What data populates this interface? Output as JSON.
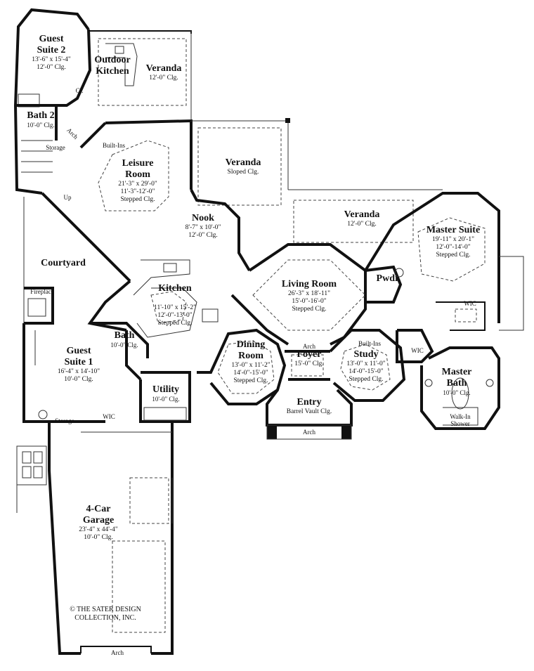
{
  "rooms": {
    "guest_suite_2": {
      "name": "Guest\nSuite 2",
      "dims": "13'-6\" x 15'-4\"",
      "clg": "12'-0\" Clg."
    },
    "outdoor_kitchen": {
      "name": "Outdoor\nKitchen"
    },
    "veranda_top": {
      "name": "Veranda",
      "clg": "12'-0\" Clg."
    },
    "bath_2": {
      "name": "Bath 2",
      "clg": "10'-0\" Clg."
    },
    "leisure_room": {
      "name": "Leisure\nRoom",
      "dims": "21'-3\" x 29'-0\"",
      "clg": "11'-3\"-12'-0\"",
      "extra": "Stepped Clg."
    },
    "veranda_sloped": {
      "name": "Veranda",
      "clg": "Sloped Clg."
    },
    "veranda_right": {
      "name": "Veranda",
      "clg": "12'-0\" Clg."
    },
    "nook": {
      "name": "Nook",
      "dims": "8'-7\" x 10'-0\"",
      "clg": "12'-0\" Clg."
    },
    "master_suite": {
      "name": "Master Suite",
      "dims": "19'-11\" x 20'-1\"",
      "clg": "12'-0\"-14'-0\"",
      "extra": "Stepped Clg."
    },
    "courtyard": {
      "name": "Courtyard"
    },
    "living_room": {
      "name": "Living Room",
      "dims": "26'-3\" x 18'-11\"",
      "clg": "15'-0\"-16'-0\"",
      "extra": "Stepped Clg."
    },
    "kitchen": {
      "name": "Kitchen",
      "dims": "11'-10\" x 15'-2\"",
      "clg": "12'-0\"-13'-0\"",
      "extra": "Stepped Clg."
    },
    "pwdr": {
      "name": "Pwdr."
    },
    "bath": {
      "name": "Bath",
      "clg": "10'-0\" Clg."
    },
    "dining_room": {
      "name": "Dining\nRoom",
      "dims": "13'-0\" x 11'-2\"",
      "clg": "14'-0\"-15'-0\"",
      "extra": "Stepped Clg."
    },
    "foyer": {
      "name": "Foyer",
      "clg": "15'-0\" Clg."
    },
    "study": {
      "name": "Study",
      "dims": "13'-0\" x 11'-0\"",
      "clg": "14'-0\"-15'-0\"",
      "extra": "Stepped Clg."
    },
    "master_bath": {
      "name": "Master\nBath",
      "clg": "10'-0\" Clg."
    },
    "guest_suite_1": {
      "name": "Guest\nSuite 1",
      "dims": "16'-4\" x 14'-10\"",
      "clg": "10'-0\" Clg."
    },
    "utility": {
      "name": "Utility",
      "clg": "10'-0\" Clg."
    },
    "entry": {
      "name": "Entry",
      "clg": "Barrel Vault Clg."
    },
    "garage": {
      "name": "4-Car\nGarage",
      "dims": "23'-4\" x 44'-4\"",
      "clg": "10'-0\" Clg."
    }
  },
  "small_labels": {
    "cl": "Cl.",
    "storage_top": "Storage",
    "arch": "Arch",
    "built_ins_leisure": "Built-Ins",
    "up": "Up",
    "fireplace": "Fireplace",
    "wic_master": "WIC",
    "wic_closet": "WIC",
    "wic_guest": "WIC",
    "built_ins_study": "Built-Ins",
    "walk_in_shower": "Walk-In\nShower",
    "storage_garage": "Storage",
    "arch_foyer": "Arch",
    "arch_entry": "Arch",
    "arch_garage": "Arch"
  },
  "copyright": "© THE SATER DESIGN\nCOLLECTION, INC."
}
